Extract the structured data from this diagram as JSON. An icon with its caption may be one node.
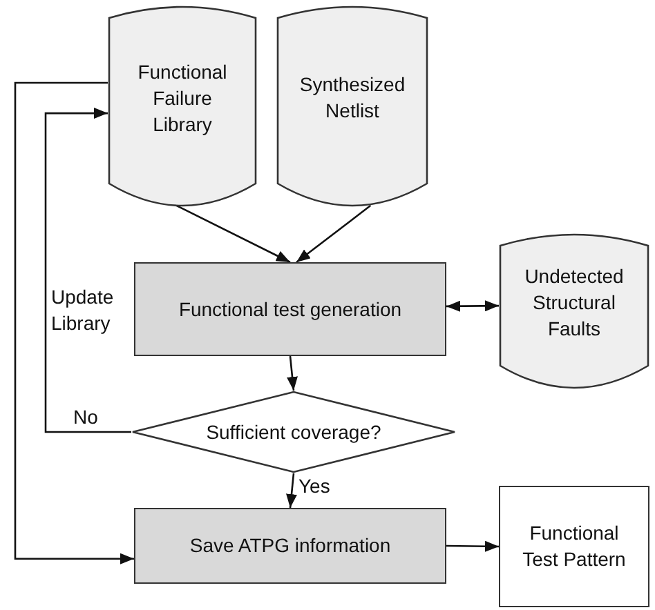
{
  "diagram": {
    "nodes": [
      {
        "text": [
          "Functional Failure Library"
        ]
      },
      {
        "text": [
          "Synthesized Netlist"
        ]
      },
      {
        "text": [
          "Functional test generation"
        ]
      },
      {
        "text": [
          "Undetected Structural Faults"
        ]
      },
      {
        "text": [
          "Sufficient coverage?"
        ]
      },
      {
        "text": [
          "Save ATPG information"
        ]
      },
      {
        "text": [
          "Functional Test Pattern"
        ]
      }
    ],
    "edges": [
      {
        "from": 0,
        "to": 2,
        "arrow": "to"
      },
      {
        "from": 1,
        "to": 2,
        "arrow": "to"
      },
      {
        "from": 2,
        "to": 3,
        "arrow": "both"
      },
      {
        "from": 2,
        "to": 4,
        "arrow": "to"
      },
      {
        "from": 4,
        "to": 5,
        "arrow": "to",
        "label": "Yes"
      },
      {
        "from": 4,
        "to": 0,
        "arrow": "to",
        "label": "No"
      },
      {
        "from": 0,
        "to": 5,
        "arrow": "to"
      },
      {
        "from": 5,
        "to": 6,
        "arrow": "to"
      }
    ],
    "labels": [
      "Update Library"
    ]
  }
}
